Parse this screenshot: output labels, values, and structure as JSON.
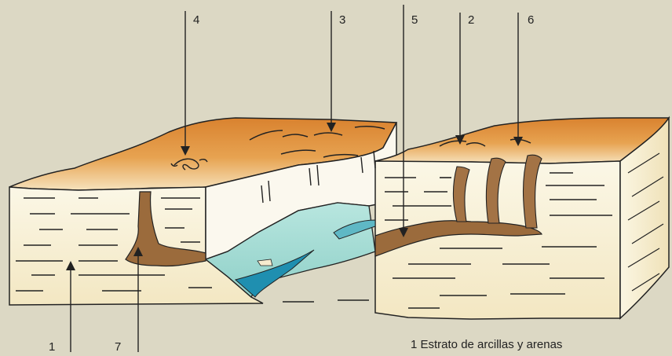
{
  "callouts": [
    {
      "label": "1"
    },
    {
      "label": "2"
    },
    {
      "label": "3"
    },
    {
      "label": "4"
    },
    {
      "label": "5"
    },
    {
      "label": "6"
    },
    {
      "label": "7"
    }
  ],
  "legend": [
    {
      "text": "1 Estrato de arcillas y arenas"
    }
  ],
  "colors": {
    "background": "#dcd8c4",
    "surface_orange": "#e39a3d",
    "strata_cream": "#faf4df",
    "conduit_brown": "#9b6b3c",
    "water_teal": "#a6dcd4",
    "water_deep": "#1f8fb0",
    "line": "#222222"
  }
}
